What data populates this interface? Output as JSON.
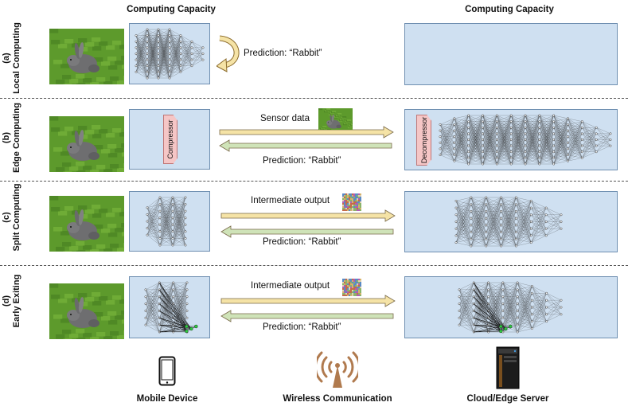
{
  "columns": {
    "left_title": "Computing Capacity",
    "right_title": "Computing Capacity"
  },
  "rows": [
    {
      "label": "(a)\nLocal Computing",
      "forward_label": "",
      "back_label": "Prediction: “Rabbit”"
    },
    {
      "label": "(b)\nEdge Computing",
      "forward_label": "Sensor data",
      "back_label": "Prediction: “Rabbit”",
      "compressor": "Compressor",
      "decompressor": "Decompressor"
    },
    {
      "label": "(c)\nSplit Computing",
      "forward_label": "Intermediate output",
      "back_label": "Prediction: “Rabbit”"
    },
    {
      "label": "(d)\nEarly Exiting",
      "forward_label": "Intermediate output",
      "back_label": "Prediction: “Rabbit”"
    }
  ],
  "footer": {
    "mobile": "Mobile Device",
    "wireless": "Wireless Communication",
    "server": "Cloud/Edge Server"
  },
  "colors": {
    "panel_fill": "#cfe0f1",
    "forward_arrow": "#f5e3a6",
    "back_arrow": "#cfe3b8",
    "compressor_fill": "#f5c6c6",
    "exit_node": "#2ecc40",
    "antenna": "#b07a4e"
  },
  "icons": [
    "mobile-phone-icon",
    "wireless-antenna-icon",
    "server-tower-icon",
    "curved-arrow-icon"
  ]
}
